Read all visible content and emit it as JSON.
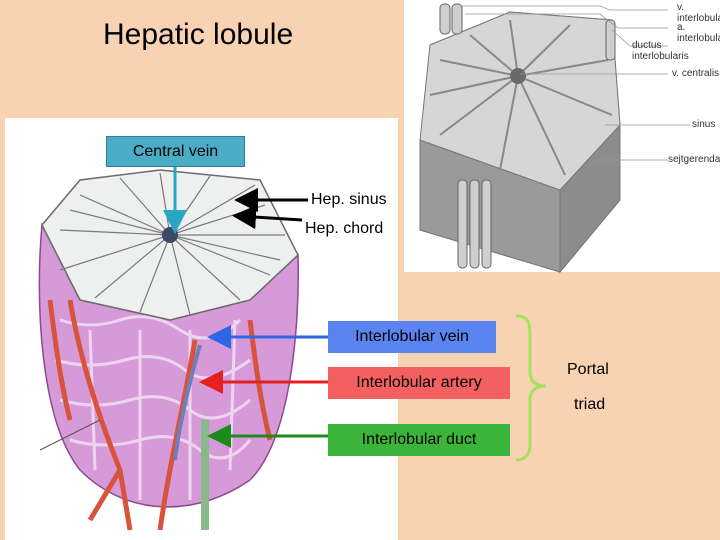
{
  "title": "Hepatic lobule",
  "labels": {
    "central_vein": "Central vein",
    "hep_sinus": "Hep. sinus",
    "hep_chord": "Hep. chord",
    "interlobular_vein": "Interlobular vein",
    "interlobular_artery": "Interlobular artery",
    "interlobular_duct": "Interlobular duct",
    "portal": "Portal",
    "triad": "triad"
  },
  "right_labels": [
    "v. interlobularis",
    "a. interlobularis",
    "ductus interlobularis",
    "v. centralis",
    "sinus",
    "sejtgerenda"
  ],
  "colors": {
    "background": "#f7d3b3",
    "central_vein_box": "#4bacc6",
    "vein_box": "#5b84f0",
    "artery_box": "#f36060",
    "duct_box": "#3ab53a",
    "brace": "#a6e35a"
  }
}
